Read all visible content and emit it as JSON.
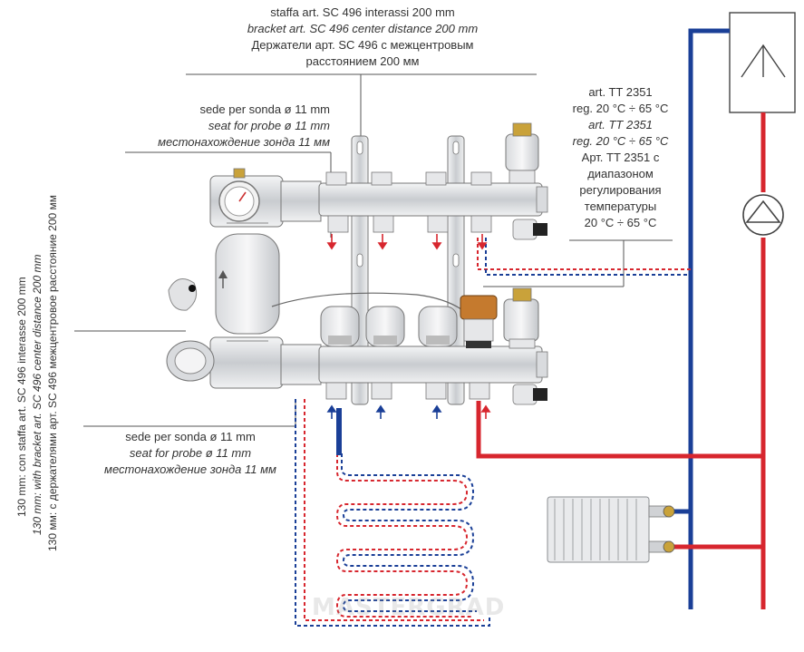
{
  "labels": {
    "bracket_top": {
      "it": "staffa art. SC 496 interassi 200 mm",
      "en": "bracket art. SC 496 center distance 200 mm",
      "ru_1": "Держатели арт. SC 496 с межцентровым",
      "ru_2": "расстоянием 200 мм"
    },
    "probe_top": {
      "it": "sede per sonda ø 11 mm",
      "en": "seat for probe ø 11 mm",
      "ru": "местонахождение зонда 11 мм"
    },
    "probe_bottom": {
      "it": "sede per sonda ø 11 mm",
      "en": "seat for probe ø 11 mm",
      "ru": "местонахождение зонда 11 мм"
    },
    "thermostat": {
      "it_1": "art. TT 2351",
      "it_2": "reg. 20 °C ÷ 65 °C",
      "en_1": "art. TT 2351",
      "en_2": "reg. 20 °C ÷ 65 °C",
      "ru_1": "Арт. TT 2351 с",
      "ru_2": "диапазоном",
      "ru_3": "регулирования",
      "ru_4": "температуры",
      "ru_5": "20 °C ÷ 65 °C"
    },
    "distance_vertical": {
      "it": "130 mm: con staffa art. SC 496 interasse 200 mm",
      "en": "130 mm: with bracket art. SC 496 center distance 200 mm",
      "ru": "130 мм: с держателями арт. SC 496 межцентровое расстояние 200 мм"
    }
  },
  "watermark": "MASTERGRAD",
  "colors": {
    "supply": "#d7262e",
    "return": "#1a3f97",
    "metal": "#cfd2d6",
    "line": "#444444"
  }
}
